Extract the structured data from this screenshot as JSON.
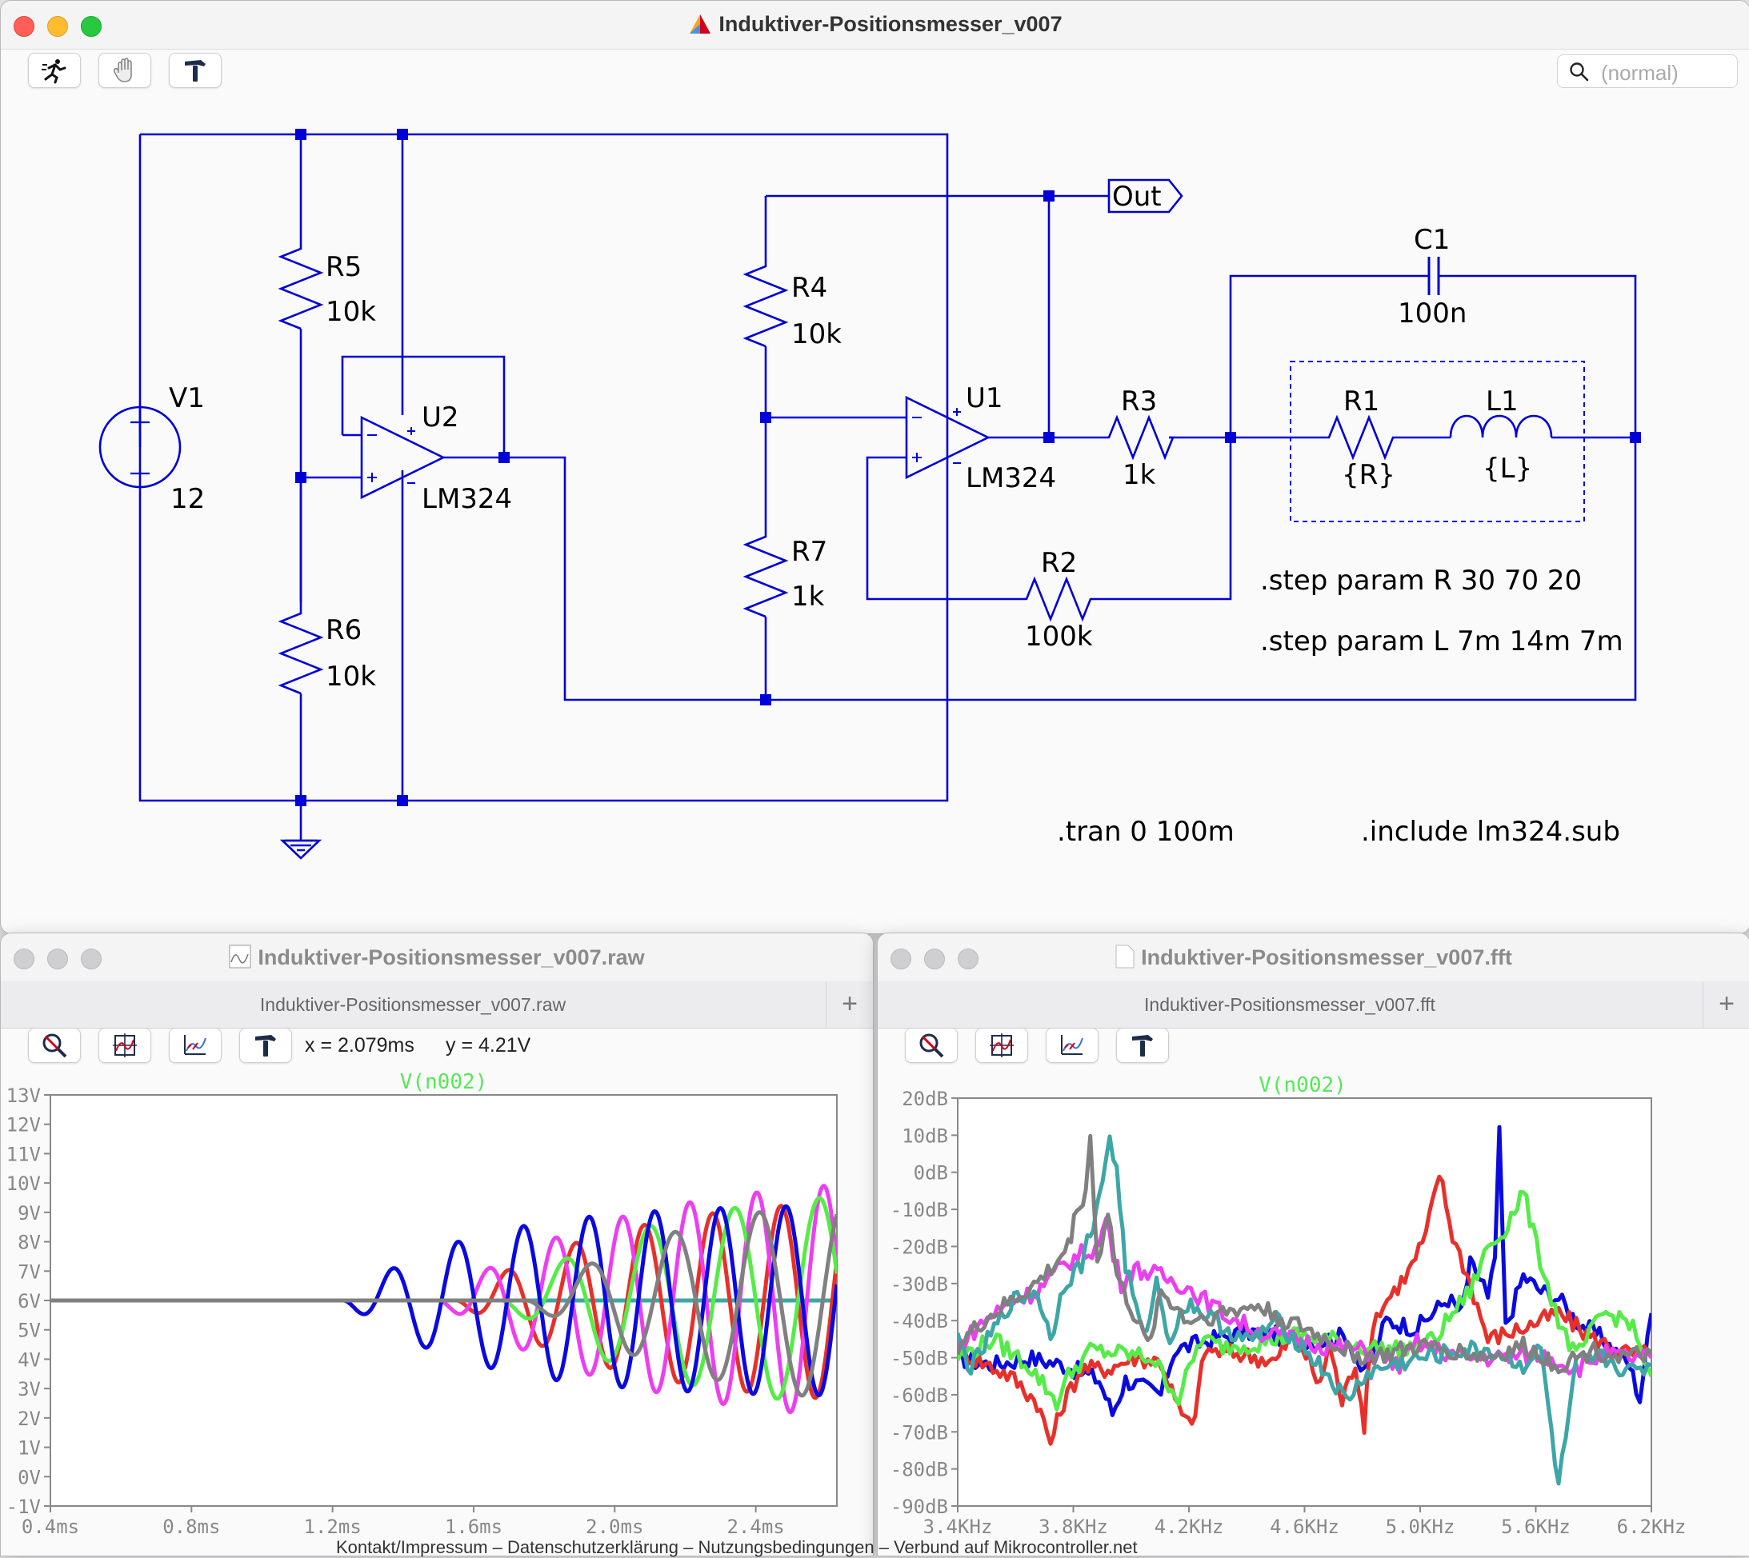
{
  "schematic_window": {
    "title": "Induktiver-Positionsmesser_v007",
    "search_placeholder": "(normal)",
    "toolbar": [
      "run-icon",
      "hand-icon",
      "hammer-icon"
    ]
  },
  "schematic": {
    "components": [
      {
        "ref": "V1",
        "value": "12"
      },
      {
        "ref": "R5",
        "value": "10k"
      },
      {
        "ref": "R6",
        "value": "10k"
      },
      {
        "ref": "U2",
        "value": "LM324"
      },
      {
        "ref": "R4",
        "value": "10k"
      },
      {
        "ref": "R7",
        "value": "1k"
      },
      {
        "ref": "U1",
        "value": "LM324"
      },
      {
        "ref": "R3",
        "value": "1k"
      },
      {
        "ref": "R2",
        "value": "100k"
      },
      {
        "ref": "C1",
        "value": "100n"
      },
      {
        "ref": "R1",
        "value": "{R}"
      },
      {
        "ref": "L1",
        "value": "{L}"
      }
    ],
    "out_label": "Out",
    "directives": {
      "step_r": ".step param R 30 70 20",
      "step_l": ".step param L 7m 14m  7m",
      "tran": ".tran 0 100m",
      "include": ".include lm324.sub"
    }
  },
  "raw_window": {
    "title": "Induktiver-Positionsmesser_v007.raw",
    "tab": "Induktiver-Positionsmesser_v007.raw",
    "plus": "+",
    "cursor_x": "x = 2.079ms",
    "cursor_y": "y = 4.21V",
    "trace_label": "V(n002)"
  },
  "fft_window": {
    "title": "Induktiver-Positionsmesser_v007.fft",
    "tab": "Induktiver-Positionsmesser_v007.fft",
    "plus": "+",
    "trace_label": "V(n002)"
  },
  "footer": "Kontakt/Impressum – Datenschutzerklärung – Nutzungsbedingungen – Verbund auf Mikrocontroller.net",
  "colors": {
    "wire": "#0000d8",
    "trace_label": "#55e955",
    "series": [
      "#0a0ae0",
      "#e8302a",
      "#55ec47",
      "#ec3ff0",
      "#3ea6a6",
      "#808080"
    ]
  },
  "chart_data": [
    {
      "type": "line",
      "title": "V(n002)",
      "xlabel": "",
      "ylabel": "",
      "x_ticks": [
        "0.4ms",
        "0.8ms",
        "1.2ms",
        "1.6ms",
        "2.0ms",
        "2.4ms"
      ],
      "y_ticks": [
        "-1V",
        "0V",
        "1V",
        "2V",
        "3V",
        "4V",
        "5V",
        "6V",
        "7V",
        "8V",
        "9V",
        "10V",
        "11V",
        "12V",
        "13V"
      ],
      "xlim": [
        0.4,
        2.63
      ],
      "ylim": [
        -1,
        13
      ],
      "series": [
        {
          "color": "#0a0ae0",
          "start": 1.23,
          "period": 0.186,
          "amp_max": 3.3,
          "tau": 0.35
        },
        {
          "color": "#ec3ff0",
          "start": 1.5,
          "period": 0.19,
          "amp_max": 4.4,
          "tau": 0.5
        },
        {
          "color": "#e8302a",
          "start": 1.55,
          "period": 0.194,
          "amp_max": 3.7,
          "tau": 0.45
        },
        {
          "color": "#55ec47",
          "start": 1.68,
          "period": 0.24,
          "amp_max": 3.9,
          "tau": 0.4
        },
        {
          "color": "#808080",
          "start": 1.75,
          "period": 0.24,
          "amp_max": 4.1,
          "tau": 0.5
        },
        {
          "color": "#3ea6a6",
          "start": 0.4,
          "period": 1,
          "amp_max": 0,
          "tau": 1
        }
      ]
    },
    {
      "type": "line",
      "title": "V(n002)",
      "xlabel": "",
      "ylabel": "",
      "x_ticks": [
        "3.4KHz",
        "3.8KHz",
        "4.2KHz",
        "4.6KHz",
        "5.0KHz",
        "5.6KHz",
        "6.2KHz"
      ],
      "y_ticks": [
        "-90dB",
        "-80dB",
        "-70dB",
        "-60dB",
        "-50dB",
        "-40dB",
        "-30dB",
        "-20dB",
        "-10dB",
        "0dB",
        "10dB",
        "20dB"
      ],
      "ylim": [
        -90,
        20
      ],
      "series": [
        {
          "color": "#0a0ae0",
          "points": [
            [
              0,
              -50
            ],
            [
              40,
              -52
            ],
            [
              80,
              -50
            ],
            [
              120,
              -52
            ],
            [
              160,
              -56
            ],
            [
              175,
              -65
            ],
            [
              190,
              -56
            ],
            [
              230,
              -60
            ],
            [
              245,
              -48
            ],
            [
              290,
              -45
            ],
            [
              330,
              -43
            ],
            [
              360,
              -44
            ],
            [
              400,
              -46
            ],
            [
              440,
              -44
            ],
            [
              460,
              -55
            ],
            [
              485,
              -40
            ],
            [
              520,
              -42
            ],
            [
              555,
              -34
            ],
            [
              570,
              -38
            ],
            [
              580,
              -25
            ],
            [
              595,
              -30
            ],
            [
              600,
              -35
            ],
            [
              608,
              -23
            ],
            [
              613,
              10
            ],
            [
              620,
              -42
            ],
            [
              640,
              -28
            ],
            [
              660,
              -32
            ],
            [
              680,
              -34
            ],
            [
              700,
              -40
            ],
            [
              730,
              -45
            ],
            [
              760,
              -52
            ],
            [
              772,
              -61
            ],
            [
              785,
              -38
            ]
          ]
        },
        {
          "color": "#e8302a",
          "points": [
            [
              0,
              -48
            ],
            [
              60,
              -55
            ],
            [
              90,
              -62
            ],
            [
              105,
              -73
            ],
            [
              120,
              -62
            ],
            [
              140,
              -53
            ],
            [
              170,
              -53
            ],
            [
              200,
              -50
            ],
            [
              230,
              -51
            ],
            [
              250,
              -64
            ],
            [
              265,
              -69
            ],
            [
              280,
              -48
            ],
            [
              320,
              -49
            ],
            [
              360,
              -51
            ],
            [
              378,
              -44
            ],
            [
              390,
              -47
            ],
            [
              410,
              -58
            ],
            [
              420,
              -46
            ],
            [
              435,
              -62
            ],
            [
              450,
              -51
            ],
            [
              460,
              -68
            ],
            [
              470,
              -40
            ],
            [
              490,
              -33
            ],
            [
              510,
              -27
            ],
            [
              530,
              -17
            ],
            [
              545,
              0
            ],
            [
              560,
              -17
            ],
            [
              580,
              -30
            ],
            [
              600,
              -45
            ],
            [
              640,
              -42
            ],
            [
              680,
              -38
            ],
            [
              720,
              -45
            ],
            [
              760,
              -49
            ],
            [
              785,
              -49
            ]
          ]
        },
        {
          "color": "#55ec47",
          "points": [
            [
              0,
              -50
            ],
            [
              40,
              -45
            ],
            [
              80,
              -52
            ],
            [
              100,
              -58
            ],
            [
              112,
              -62
            ],
            [
              125,
              -55
            ],
            [
              150,
              -48
            ],
            [
              190,
              -49
            ],
            [
              220,
              -50
            ],
            [
              250,
              -61
            ],
            [
              275,
              -45
            ],
            [
              300,
              -47
            ],
            [
              340,
              -46
            ],
            [
              380,
              -44
            ],
            [
              420,
              -45
            ],
            [
              460,
              -47
            ],
            [
              500,
              -48
            ],
            [
              540,
              -45
            ],
            [
              560,
              -38
            ],
            [
              580,
              -32
            ],
            [
              600,
              -20
            ],
            [
              615,
              -17
            ],
            [
              630,
              -10
            ],
            [
              640,
              -5
            ],
            [
              655,
              -20
            ],
            [
              680,
              -40
            ],
            [
              700,
              -50
            ],
            [
              730,
              -38
            ],
            [
              760,
              -40
            ],
            [
              785,
              -55
            ]
          ]
        },
        {
          "color": "#ec3ff0",
          "points": [
            [
              0,
              -47
            ],
            [
              30,
              -40
            ],
            [
              60,
              -35
            ],
            [
              90,
              -32
            ],
            [
              120,
              -25
            ],
            [
              140,
              -22
            ],
            [
              160,
              -20
            ],
            [
              168,
              -12
            ],
            [
              176,
              -22
            ],
            [
              185,
              -30
            ],
            [
              200,
              -26
            ],
            [
              230,
              -28
            ],
            [
              260,
              -31
            ],
            [
              300,
              -38
            ],
            [
              340,
              -43
            ],
            [
              380,
              -45
            ],
            [
              420,
              -47
            ],
            [
              460,
              -48
            ],
            [
              500,
              -52
            ],
            [
              520,
              -46
            ],
            [
              540,
              -48
            ],
            [
              580,
              -50
            ],
            [
              620,
              -50
            ],
            [
              660,
              -49
            ],
            [
              700,
              -53
            ],
            [
              730,
              -49
            ],
            [
              760,
              -50
            ],
            [
              785,
              -50
            ]
          ]
        },
        {
          "color": "#3ea6a6",
          "points": [
            [
              0,
              -45
            ],
            [
              15,
              -53
            ],
            [
              30,
              -47
            ],
            [
              60,
              -35
            ],
            [
              90,
              -32
            ],
            [
              105,
              -45
            ],
            [
              120,
              -30
            ],
            [
              140,
              -25
            ],
            [
              150,
              -16
            ],
            [
              160,
              -8
            ],
            [
              172,
              10
            ],
            [
              180,
              0
            ],
            [
              190,
              -25
            ],
            [
              210,
              -45
            ],
            [
              225,
              -30
            ],
            [
              240,
              -45
            ],
            [
              260,
              -35
            ],
            [
              290,
              -40
            ],
            [
              330,
              -46
            ],
            [
              360,
              -40
            ],
            [
              390,
              -47
            ],
            [
              420,
              -55
            ],
            [
              440,
              -62
            ],
            [
              460,
              -55
            ],
            [
              490,
              -52
            ],
            [
              530,
              -50
            ],
            [
              570,
              -48
            ],
            [
              600,
              -48
            ],
            [
              640,
              -52
            ],
            [
              660,
              -48
            ],
            [
              680,
              -85
            ],
            [
              700,
              -52
            ],
            [
              730,
              -50
            ],
            [
              760,
              -54
            ],
            [
              785,
              -52
            ]
          ]
        },
        {
          "color": "#808080",
          "points": [
            [
              0,
              -47
            ],
            [
              30,
              -40
            ],
            [
              60,
              -35
            ],
            [
              90,
              -30
            ],
            [
              110,
              -25
            ],
            [
              125,
              -20
            ],
            [
              135,
              -10
            ],
            [
              145,
              -5
            ],
            [
              150,
              10
            ],
            [
              158,
              -25
            ],
            [
              170,
              -10
            ],
            [
              180,
              -28
            ],
            [
              195,
              -36
            ],
            [
              215,
              -47
            ],
            [
              230,
              -32
            ],
            [
              260,
              -40
            ],
            [
              300,
              -38
            ],
            [
              340,
              -36
            ],
            [
              370,
              -40
            ],
            [
              400,
              -43
            ],
            [
              430,
              -47
            ],
            [
              460,
              -50
            ],
            [
              490,
              -49
            ],
            [
              520,
              -47
            ],
            [
              560,
              -48
            ],
            [
              600,
              -50
            ],
            [
              640,
              -47
            ],
            [
              680,
              -52
            ],
            [
              720,
              -48
            ],
            [
              760,
              -50
            ],
            [
              785,
              -49
            ]
          ]
        }
      ]
    }
  ]
}
